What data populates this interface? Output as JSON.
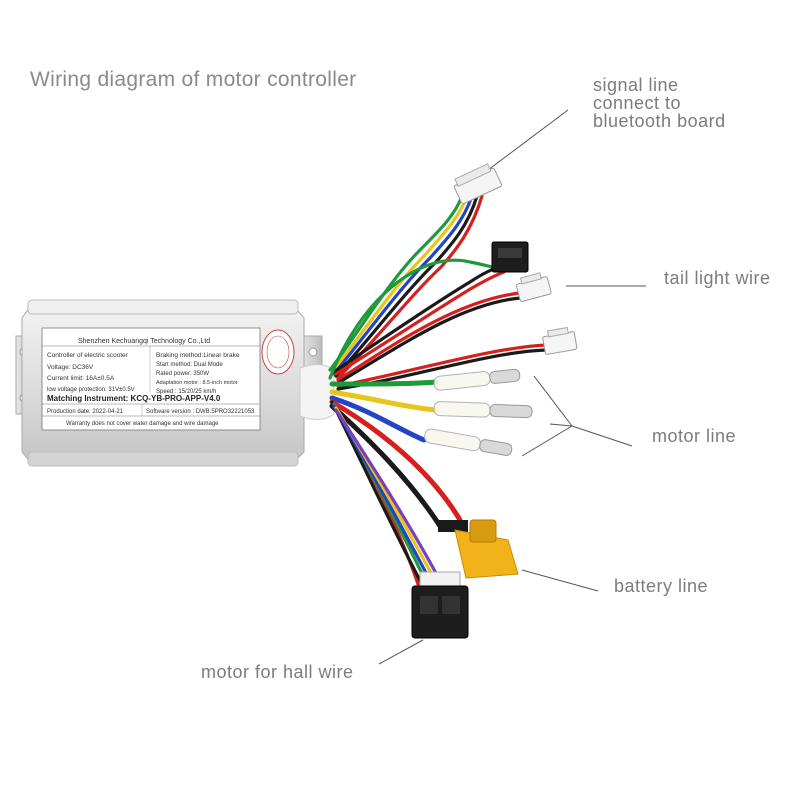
{
  "title": "Wiring diagram of motor controller",
  "callouts": {
    "signal_line": [
      "signal line",
      "connect to",
      "bluetooth board"
    ],
    "tail_light": "tail light wire",
    "motor_line": "motor line",
    "battery_line": "battery line",
    "hall_wire": "motor for hall wire"
  },
  "label": {
    "manufacturer": "Shenzhen Kechuangqi Technology Co.,Ltd",
    "controller": "Controller of electric scooter",
    "voltage": "Voltage:   DC36V",
    "current": "Current limit:  16A±0.5A",
    "low_voltage": "low voltage protection:  31V±0.5V",
    "braking": "Braking method:Linear brake",
    "start": "Start method:  Dual Mode",
    "power": "Rated power: 350W",
    "adaptation": "Adaptation motor :  8.5-inch motor",
    "speed": "Speed : 15/20/25 km/h",
    "matching": "Matching Instrument:  KCQ-YB-PRO-APP-V4.0",
    "production": "Production date:   2022-04-21",
    "software": "Software version : DWB.5PRO32221053",
    "warranty": "Warranty does not cover water damage and wire damage"
  },
  "colors": {
    "red": "#d62020",
    "black": "#1a1a1a",
    "green": "#1e9a3a",
    "yellow": "#e8c51a",
    "blue": "#2444c8",
    "white": "#f2f2f2",
    "purple": "#7a3fbf",
    "xt60": "#f2b21a"
  }
}
